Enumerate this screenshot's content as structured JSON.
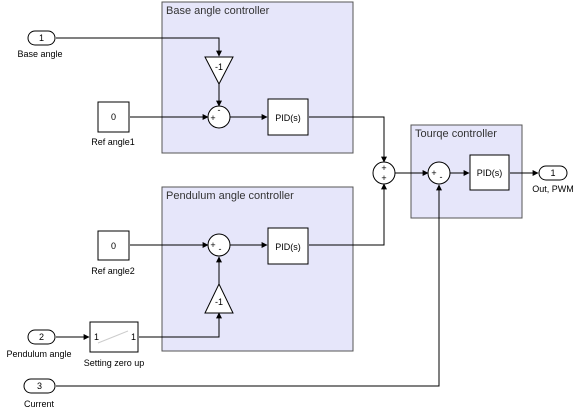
{
  "subsystems": {
    "base": "Base angle controller",
    "pendulum": "Pendulum angle controller",
    "torque": "Tourqe controller"
  },
  "inports": [
    {
      "num": "1",
      "label": "Base angle"
    },
    {
      "num": "2",
      "label": "Pendulum angle"
    },
    {
      "num": "3",
      "label": "Current"
    }
  ],
  "outport": {
    "num": "1",
    "label": "Out, PWM"
  },
  "constants": [
    {
      "value": "0",
      "label": "Ref angle1"
    },
    {
      "value": "0",
      "label": "Ref angle2"
    }
  ],
  "gains": [
    {
      "value": "-1"
    },
    {
      "value": "-1"
    }
  ],
  "pid_label": "PID(s)",
  "lookup": {
    "left": "1",
    "right": "1",
    "label": "Setting zero up"
  },
  "sum_signs": {
    "base": [
      "+",
      "-"
    ],
    "pendulum": [
      "+",
      "-"
    ],
    "combine": [
      "+",
      "+"
    ],
    "torque": [
      "+",
      "-"
    ]
  }
}
